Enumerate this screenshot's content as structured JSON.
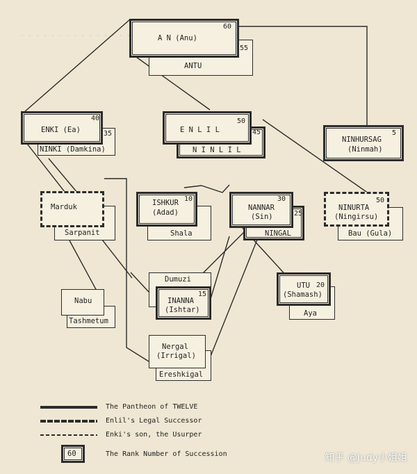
{
  "nodes": {
    "an": {
      "name": "A N (Anu)",
      "rank": "60"
    },
    "antu": {
      "name": "ANTU",
      "rank": "55"
    },
    "enki": {
      "name": "ENKI (Ea)",
      "rank": "40"
    },
    "ninki": {
      "name": "NINKI (Damkina)",
      "rank": "35"
    },
    "enlil": {
      "name": "E N L I L",
      "rank": "50"
    },
    "ninlil": {
      "name": "N I N L I L",
      "rank": "45"
    },
    "ninhursag": {
      "name": "NINHURSAG",
      "sub": "(Ninmah)",
      "rank": "5"
    },
    "marduk": {
      "name": "Marduk"
    },
    "sarpanit": {
      "name": "Sarpanit"
    },
    "ishkur": {
      "name": "ISHKUR",
      "sub": "(Adad)",
      "rank": "10"
    },
    "shala": {
      "name": "Shala"
    },
    "nannar": {
      "name": "NANNAR",
      "sub": "(Sin)",
      "rank": "30"
    },
    "ningal": {
      "name": "NINGAL",
      "rank": "25"
    },
    "ninurta": {
      "name": "NINURTA",
      "sub": "(Ningirsu)",
      "rank": "50"
    },
    "bau": {
      "name": "Bau (Gula)"
    },
    "dumuzi": {
      "name": "Dumuzi"
    },
    "inanna": {
      "name": "INANNA",
      "sub": "(Ishtar)",
      "rank": "15"
    },
    "utu": {
      "name": "UTU",
      "sub": "(Shamash)",
      "rank": "20"
    },
    "aya": {
      "name": "Aya"
    },
    "nabu": {
      "name": "Nabu"
    },
    "tashmetum": {
      "name": "Tashmetum"
    },
    "nergal": {
      "name": "Nergal",
      "sub": "(Irrigal)"
    },
    "ereshkigal": {
      "name": "Ereshkigal"
    }
  },
  "legend": {
    "twelve": "The Pantheon of TWELVE",
    "successor": "Enlil's Legal Successor",
    "usurper": "Enki's son, the Usurper",
    "rank_sample": "60",
    "rank": "The Rank Number of Succession"
  },
  "watermark": "知乎 @Judy小姐姐"
}
